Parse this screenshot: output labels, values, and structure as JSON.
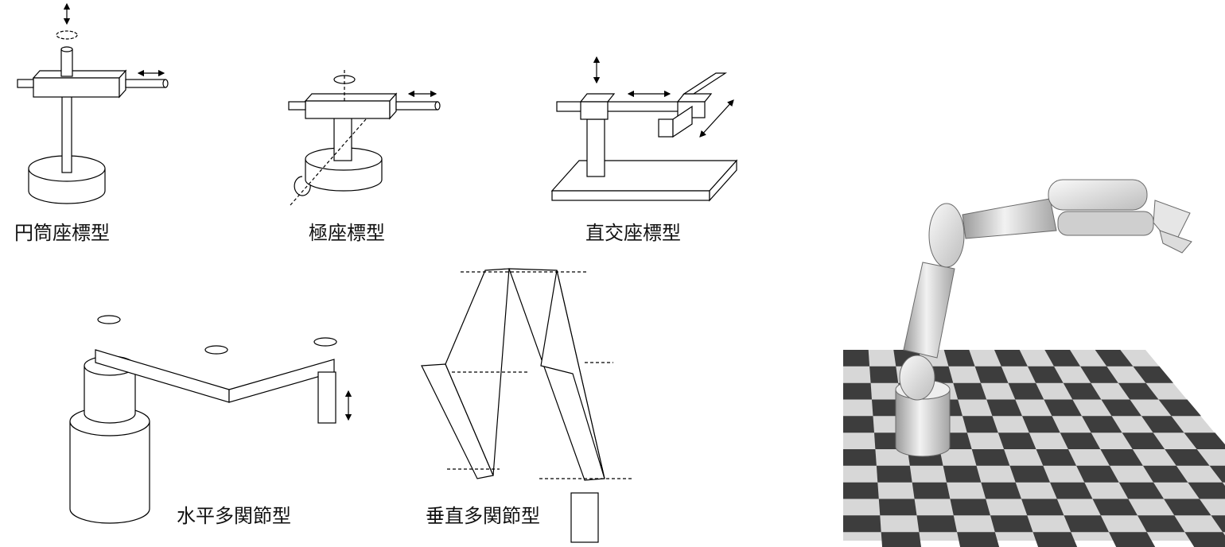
{
  "labels": {
    "cylindrical": "円筒座標型",
    "polar": "極座標型",
    "cartesian": "直交座標型",
    "scara": "水平多関節型",
    "vertical": "垂直多関節型"
  },
  "colors": {
    "stroke": "#000000",
    "fill": "#ffffff",
    "tile_dark": "#3d3d3d",
    "tile_light": "#d7d7d7",
    "robot_body": "#d9d9d9",
    "robot_shadow": "#8a8a8a"
  },
  "floor": {
    "columns": 12,
    "rows": 12
  }
}
